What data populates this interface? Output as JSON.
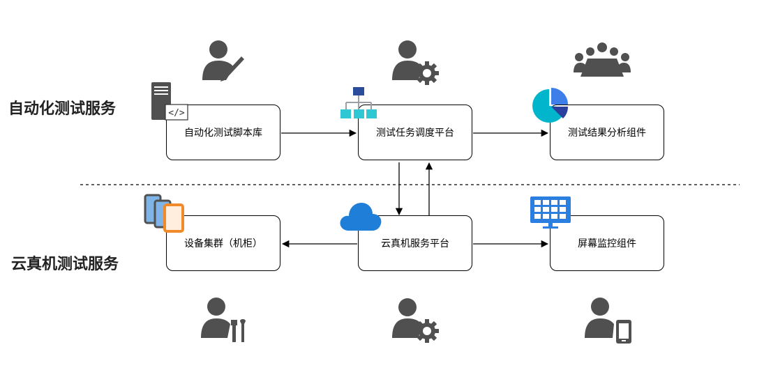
{
  "sections": {
    "top_label": "自动化测试服务",
    "bottom_label": "云真机测试服务"
  },
  "nodes": {
    "script_lib": "自动化测试脚本库",
    "scheduler": "测试任务调度平台",
    "analysis": "测试结果分析组件",
    "device_cluster": "设备集群（机柜）",
    "cloud_platform": "云真机服务平台",
    "screen_monitor": "屏幕监控组件"
  },
  "icons": {
    "script_lib_person": "person-pen-icon",
    "scheduler_person": "person-gear-icon",
    "analysis_person": "meeting-group-icon",
    "server": "server-code-icon",
    "hierarchy": "hierarchy-icon",
    "pie": "pie-chart-icon",
    "devices": "mobile-devices-icon",
    "cloud": "cloud-icon",
    "monitor": "monitor-grid-icon",
    "device_person": "person-tools-icon",
    "platform_person": "person-gear-icon",
    "monitor_person": "person-phone-icon"
  },
  "colors": {
    "person": "#505050",
    "hierarchy_top": "#2b4c9b",
    "hierarchy_nodes": "#2ec7d3",
    "pie_main": "#00b5cc",
    "pie_accent": "#3d7ee8",
    "pie_dark": "#2b3f9e",
    "tablet_blue": "#7fb4e8",
    "tablet_orange": "#f08a2a",
    "cloud": "#1f7fd8",
    "monitor": "#2b7fe0"
  }
}
